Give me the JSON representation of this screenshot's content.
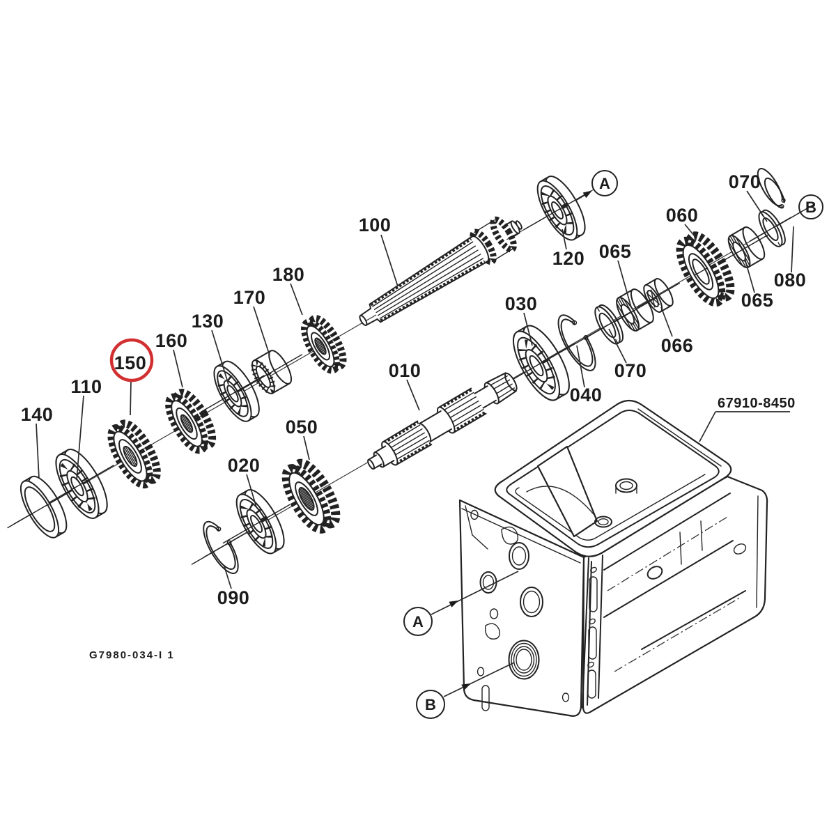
{
  "figure": {
    "code": "G7980-034-I 1",
    "housing_ref": "67910-8450",
    "view_labels": {
      "a": "A",
      "b": "B"
    },
    "highlight": {
      "circled_callout": "150",
      "color": "#d23030"
    },
    "callouts": {
      "c010": "010",
      "c020": "020",
      "c030": "030",
      "c040": "040",
      "c050": "050",
      "c060": "060",
      "c065_mid": "065",
      "c065_right": "065",
      "c066": "066",
      "c070_top": "070",
      "c070_mid": "070",
      "c080": "080",
      "c090": "090",
      "c100": "100",
      "c110": "110",
      "c120": "120",
      "c130": "130",
      "c140": "140",
      "c150": "150",
      "c160": "160",
      "c170": "170",
      "c180": "180"
    }
  }
}
